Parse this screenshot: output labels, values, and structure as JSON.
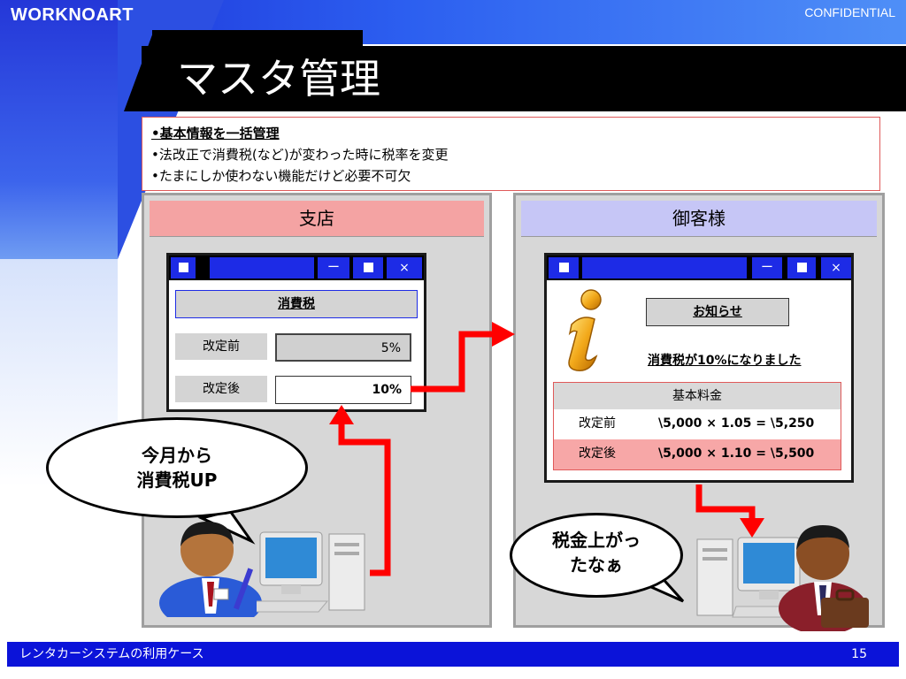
{
  "header": {
    "brand": "WORKNOART",
    "confidential": "CONFIDENTIAL",
    "title": "マスタ管理"
  },
  "bullets": [
    "•基本情報を一括管理",
    "•法改正で消費税(など)が変わった時に税率を変更",
    "•たまにしか使わない機能だけど必要不可欠"
  ],
  "branch_panel": {
    "title": "支店",
    "window": {
      "heading": "消費税",
      "before_label": "改定前",
      "before_value": "5%",
      "after_label": "改定後",
      "after_value": "10%"
    },
    "bubble": [
      "今月から",
      "消費税UP"
    ]
  },
  "customer_panel": {
    "title": "御客様",
    "window": {
      "notice_heading": "お知らせ",
      "message": "消費税が10%になりました",
      "table_header": "基本料金",
      "rows": [
        {
          "label": "改定前",
          "calc": "\\5,000 × 1.05 = \\5,250"
        },
        {
          "label": "改定後",
          "calc": "\\5,000 × 1.10 = \\5,500"
        }
      ]
    },
    "bubble": [
      "税金上がっ",
      "たなぁ"
    ]
  },
  "window_controls": {
    "minimize": "ー",
    "close": "×"
  },
  "footer": {
    "left": "レンタカーシステムの利用ケース",
    "page": "15"
  },
  "colors": {
    "accent_blue": "#1d2be6",
    "arrow_red": "#ff0000",
    "branch_head": "#f4a3a3",
    "customer_head": "#c6c6f6"
  }
}
